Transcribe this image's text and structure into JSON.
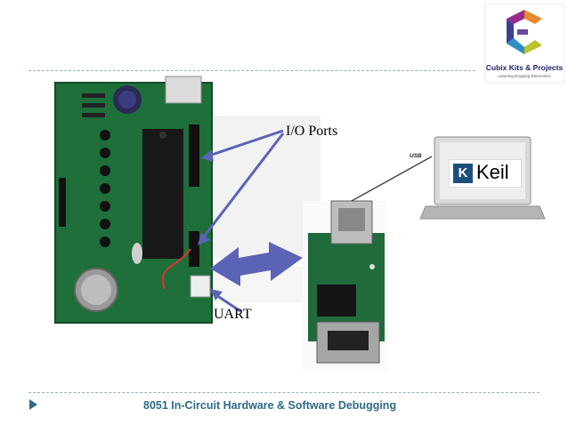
{
  "logo": {
    "name": "Cubix Kits & Projects",
    "tagline": "Learning Enjoying Electronics",
    "icon": "cubix-c-logo-icon"
  },
  "labels": {
    "io_ports": "I/O Ports",
    "uart": "UART",
    "usb": "USB"
  },
  "keil": {
    "icon": "keil-k-icon",
    "text": "Keil"
  },
  "footer": {
    "title": "8051 In-Circuit Hardware & Software Debugging",
    "bullet": "triangle-bullet-icon"
  },
  "colors": {
    "accent": "#2e6b86",
    "arrow": "#5b63b7",
    "pcb": "#1e6f3a",
    "divider": "#8fb3b8"
  }
}
